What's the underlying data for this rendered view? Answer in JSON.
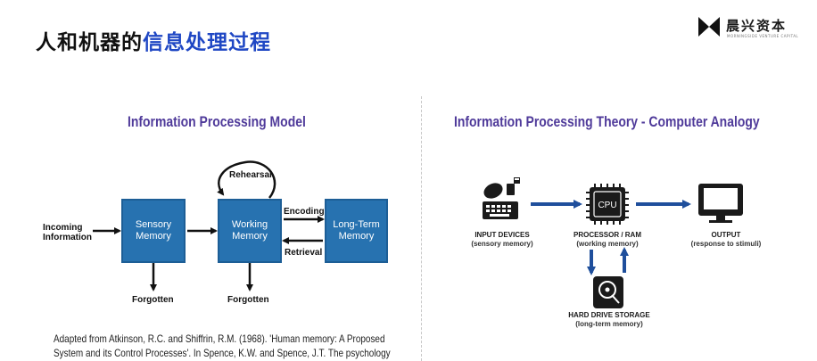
{
  "header": {
    "title_black": "人和机器的",
    "title_blue": "信息处理过程"
  },
  "logo": {
    "name": "晨兴资本",
    "subtitle": "MORNINGSIDE VENTURE CAPITAL"
  },
  "left_panel": {
    "title": "Information Processing Model",
    "incoming": "Incoming\nInformation",
    "sensory": "Sensory\nMemory",
    "working": "Working\nMemory",
    "long_term": "Long-Term\nMemory",
    "rehearsal": "Rehearsal",
    "encoding": "Encoding",
    "retrieval": "Retrieval",
    "forgotten_1": "Forgotten",
    "forgotten_2": "Forgotten",
    "caption_line1": "Adapted from Atkinson, R.C. and Shiffrin, R.M. (1968). 'Human memory: A Proposed",
    "caption_line2": "System and its Control Processes'. In Spence, K.W. and Spence, J.T. The psychology"
  },
  "right_panel": {
    "title": "Information Processing Theory - Computer Analogy",
    "input_label": "INPUT DEVICES",
    "input_sub": "(sensory memory)",
    "processor_label": "PROCESSOR / RAM",
    "processor_sub": "(working memory)",
    "cpu_text": "CPU",
    "output_label": "OUTPUT",
    "output_sub": "(response to stimuli)",
    "hdd_label": "HARD DRIVE STORAGE",
    "hdd_sub": "(long-term memory)"
  },
  "colors": {
    "title_accent": "#1f47c4",
    "panel_title": "#4f3a9a",
    "box_fill": "#2772b0",
    "analogy_arrow": "#1f4f9c"
  }
}
